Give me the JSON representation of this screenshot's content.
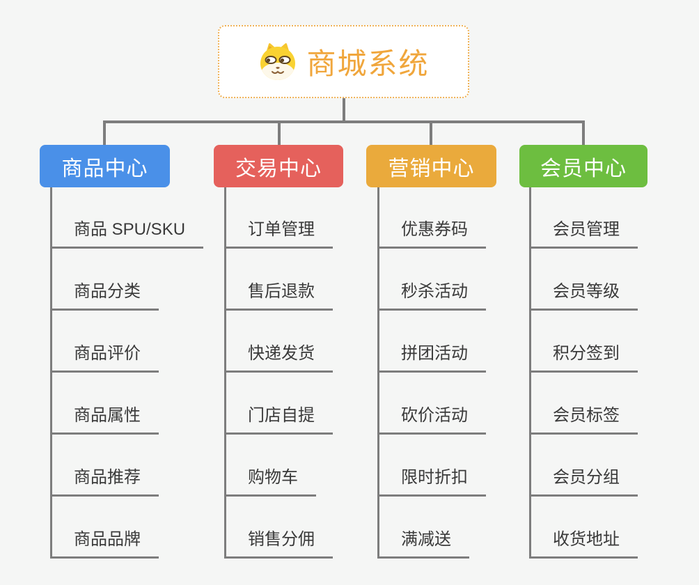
{
  "canvas": {
    "background_color": "#f5f6f5",
    "connector_color": "#7d7d7d"
  },
  "root": {
    "title": "商城系统",
    "icon": "dog-mascot-icon",
    "text_color": "#f0a63c",
    "border_color": "#f0b257"
  },
  "branches": [
    {
      "label": "商品中心",
      "color": "#4a90e8",
      "children": [
        "商品 SPU/SKU",
        "商品分类",
        "商品评价",
        "商品属性",
        "商品推荐",
        "商品品牌"
      ]
    },
    {
      "label": "交易中心",
      "color": "#e5615c",
      "children": [
        "订单管理",
        "售后退款",
        "快递发货",
        "门店自提",
        "购物车",
        "销售分佣"
      ]
    },
    {
      "label": "营销中心",
      "color": "#eaaa3c",
      "children": [
        "优惠券码",
        "秒杀活动",
        "拼团活动",
        "砍价活动",
        "限时折扣",
        "满减送"
      ]
    },
    {
      "label": "会员中心",
      "color": "#6dbe40",
      "children": [
        "会员管理",
        "会员等级",
        "积分签到",
        "会员标签",
        "会员分组",
        "收货地址"
      ]
    }
  ]
}
